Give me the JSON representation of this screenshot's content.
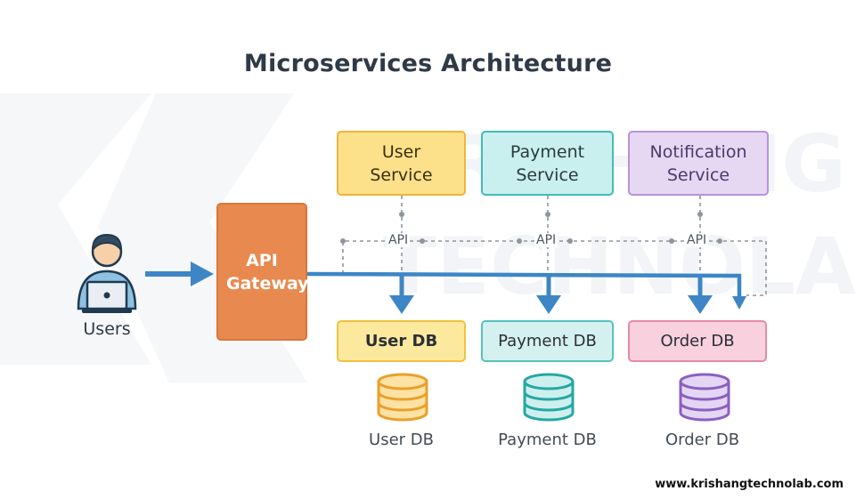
{
  "title": "Microservices Architecture",
  "user": {
    "label": "Users",
    "icon": "user-laptop-icon"
  },
  "gateway": {
    "label": "API Gateway"
  },
  "services": [
    {
      "label": "User Service",
      "color": "#fce18a",
      "border": "#f0b43a",
      "text": "#3b2e12"
    },
    {
      "label": "Payment Service",
      "color": "#c9f0ee",
      "border": "#3fbcb8",
      "text": "#2b3a3c"
    },
    {
      "label": "Notification Service",
      "color": "#e6d8f3",
      "border": "#b792d8",
      "text": "#4b3a6a"
    }
  ],
  "api_labels": [
    "API",
    "API",
    "API"
  ],
  "databases": [
    {
      "label": "User DB",
      "caption": "User DB",
      "color": "#fde99e",
      "border": "#f0c23e",
      "icon_fill": "#fde2a3",
      "icon_stroke": "#e9a02b",
      "bold": true
    },
    {
      "label": "Payment DB",
      "caption": "Payment DB",
      "color": "#d5f1ef",
      "border": "#56c2bd",
      "icon_fill": "#cdf0ee",
      "icon_stroke": "#26a7a4",
      "bold": false
    },
    {
      "label": "Order DB",
      "caption": "Order DB",
      "color": "#f8d0de",
      "border": "#e58aa8",
      "icon_fill": "#e3d6f5",
      "icon_stroke": "#8b5fc0",
      "bold": false
    }
  ],
  "colors": {
    "flow": "#3d86c6",
    "dashed": "#8f959c"
  },
  "watermark": "KRISHANG TECHNOLAB",
  "footer": "www.krishangtechnolab.com"
}
